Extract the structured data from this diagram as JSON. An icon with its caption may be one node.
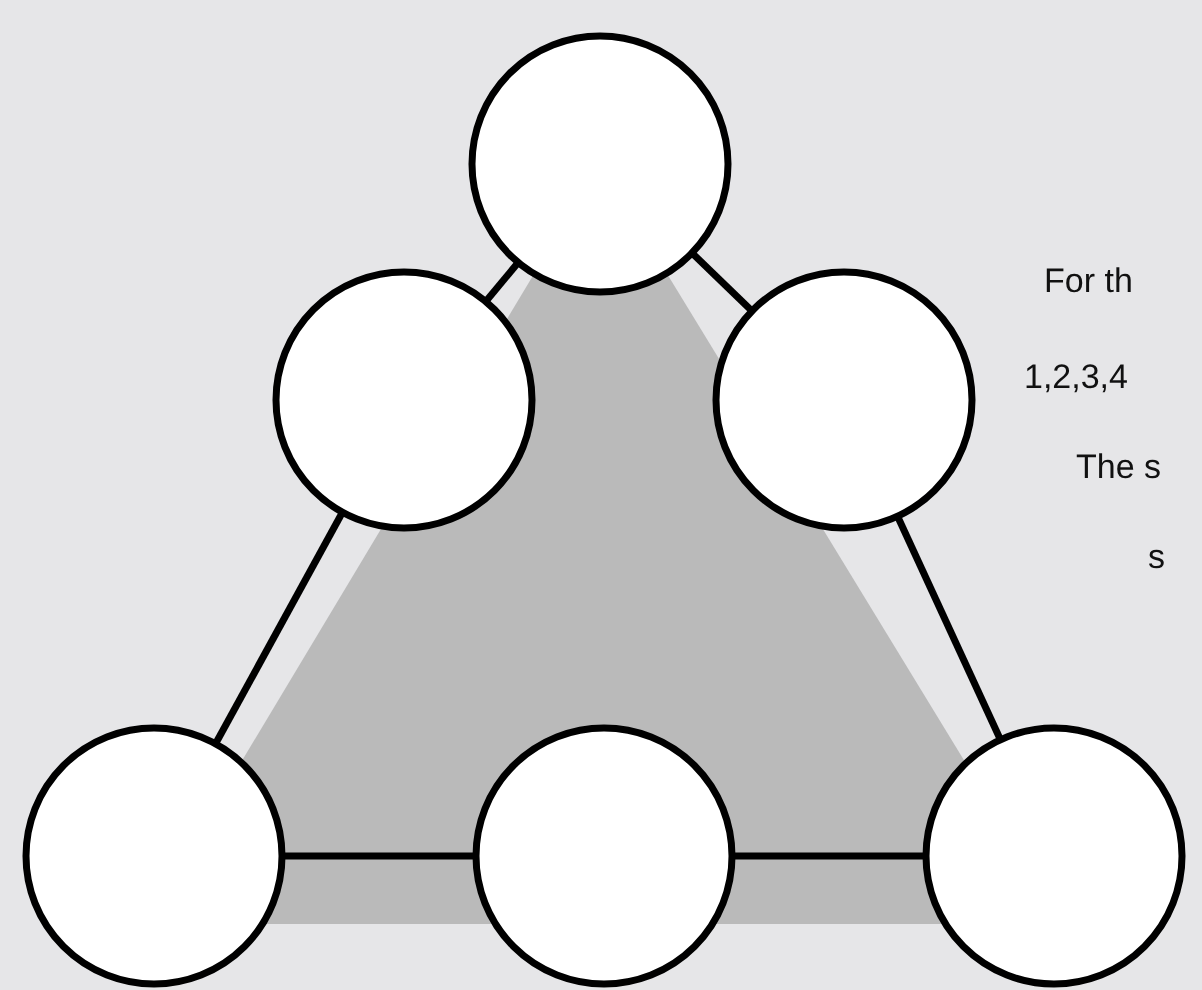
{
  "diagram": {
    "nodes": [
      {
        "text": [],
        "shape": "circle"
      },
      {
        "text": [],
        "shape": "circle"
      },
      {
        "text": [],
        "shape": "circle"
      },
      {
        "text": [],
        "shape": "circle"
      },
      {
        "text": [],
        "shape": "circle"
      },
      {
        "text": [],
        "shape": "circle"
      }
    ],
    "edges": [
      {
        "from": 0,
        "to": 1,
        "arrow": "none"
      },
      {
        "from": 1,
        "to": 3,
        "arrow": "none"
      },
      {
        "from": 0,
        "to": 2,
        "arrow": "none"
      },
      {
        "from": 2,
        "to": 5,
        "arrow": "none"
      },
      {
        "from": 3,
        "to": 4,
        "arrow": "none"
      },
      {
        "from": 4,
        "to": 5,
        "arrow": "none"
      }
    ],
    "labels": [
      "For th",
      "1,2,3,4",
      "The s",
      "s"
    ]
  }
}
